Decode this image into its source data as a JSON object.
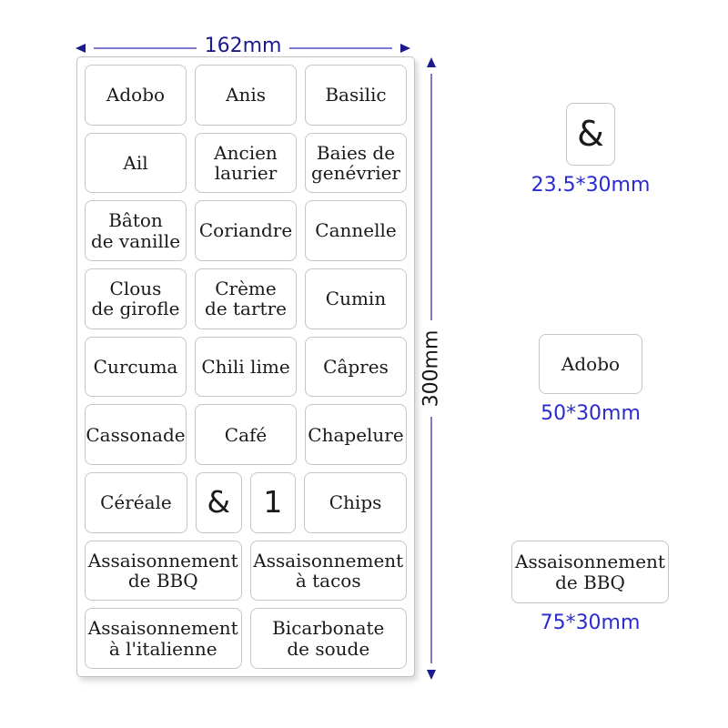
{
  "dimensions": {
    "sheet_width_label": "162mm",
    "sheet_height_label": "300mm",
    "arrow_line_color": "#7b7bd0",
    "arrow_head_color": "#1b1b8c",
    "width_label_color": "#1b1b8c",
    "height_label_color": "#141414",
    "caption_color": "#2b2bd0"
  },
  "sheet": {
    "rows": [
      {
        "cells": [
          {
            "text": "Adobo"
          },
          {
            "text": "Anis"
          },
          {
            "text": "Basilic"
          }
        ]
      },
      {
        "cells": [
          {
            "text": "Ail"
          },
          {
            "text": "Ancien\nlaurier"
          },
          {
            "text": "Baies de\ngenévrier"
          }
        ]
      },
      {
        "cells": [
          {
            "text": "Bâton\nde vanille"
          },
          {
            "text": "Coriandre"
          },
          {
            "text": "Cannelle"
          }
        ]
      },
      {
        "cells": [
          {
            "text": "Clous\nde girofle"
          },
          {
            "text": "Crème\nde tartre"
          },
          {
            "text": "Cumin"
          }
        ]
      },
      {
        "cells": [
          {
            "text": "Curcuma"
          },
          {
            "text": "Chili lime"
          },
          {
            "text": "Câpres"
          }
        ]
      },
      {
        "cells": [
          {
            "text": "Cassonade"
          },
          {
            "text": "Café"
          },
          {
            "text": "Chapelure"
          }
        ]
      },
      {
        "cells": [
          {
            "text": "Céréale"
          },
          {
            "text": "&",
            "size": "narrow",
            "style": "symbol"
          },
          {
            "text": "1",
            "size": "narrow",
            "style": "symbol"
          },
          {
            "text": "Chips"
          }
        ]
      },
      {
        "cells": [
          {
            "text": "Assaisonnement\nde BBQ",
            "size": "wide"
          },
          {
            "text": "Assaisonnement\nà tacos",
            "size": "wide"
          }
        ]
      },
      {
        "cells": [
          {
            "text": "Assaisonnement\nà l'italienne",
            "size": "wide"
          },
          {
            "text": "Bicarbonate\nde soude",
            "size": "wide"
          }
        ]
      }
    ]
  },
  "samples": [
    {
      "text": "&",
      "caption": "23.5*30mm",
      "style": "symbol"
    },
    {
      "text": "Adobo",
      "caption": "50*30mm"
    },
    {
      "text": "Assaisonnement\nde BBQ",
      "caption": "75*30mm"
    }
  ]
}
